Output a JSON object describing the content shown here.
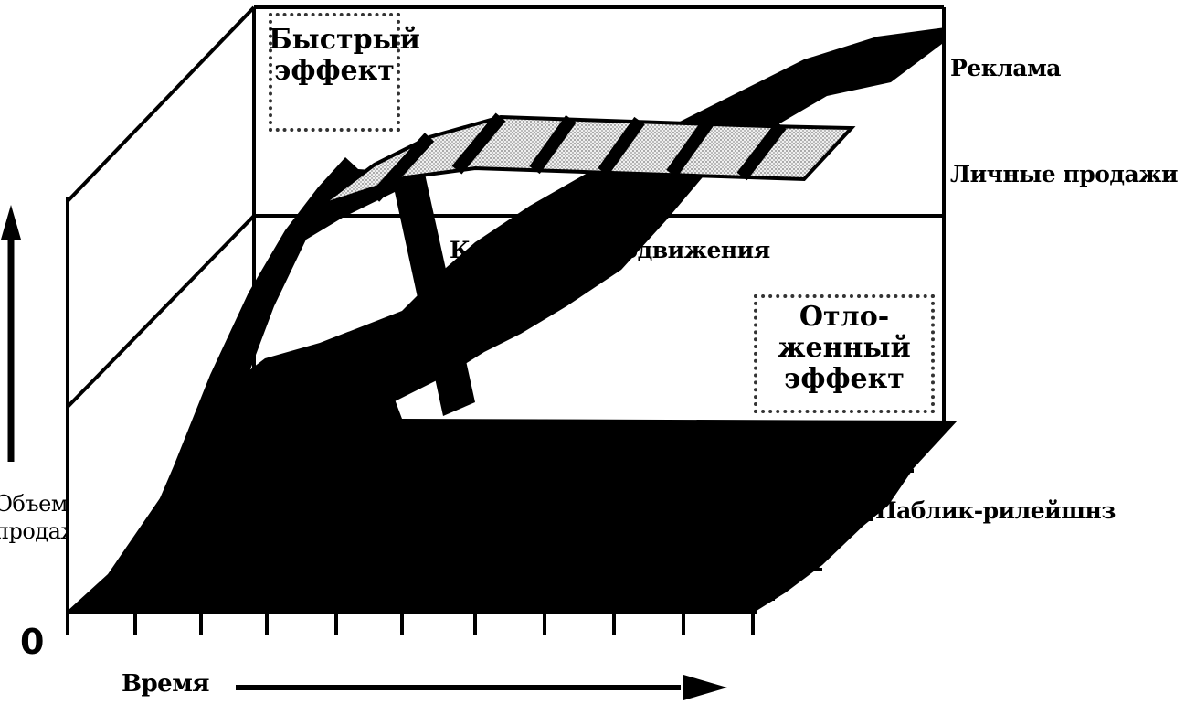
{
  "diagram": {
    "quick_effect": "Быстрый эффект",
    "quick_effect_line1": "Быстрый",
    "quick_effect_line2": "эффект",
    "delayed_effect_line1": "Отло-",
    "delayed_effect_line2": "женный",
    "delayed_effect_line3": "эффект",
    "campaign": "Кампания продвижения",
    "series": {
      "advertising": "Реклама",
      "personal_sales": "Личные продажи",
      "public_relations": "Паблик-рилейшнз"
    },
    "y_axis_line1": "Объем",
    "y_axis_line2": "продаж",
    "x_axis": "Время",
    "origin": "0"
  },
  "colors": {
    "ink": "#000000",
    "background": "#ffffff",
    "stipple": "#d9d9d9"
  }
}
